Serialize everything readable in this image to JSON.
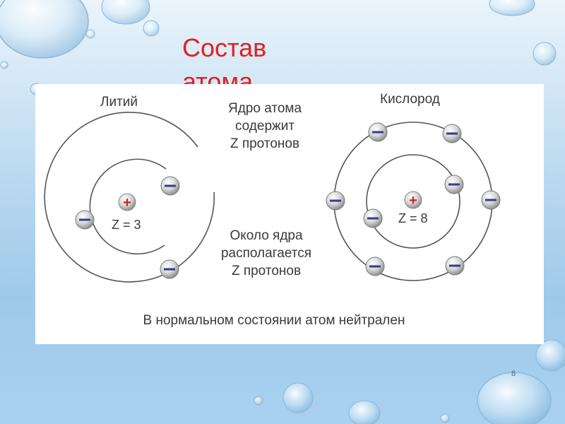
{
  "slide": {
    "title_line1": "Состав",
    "title_line2": "атома",
    "page_number": "8"
  },
  "diagram": {
    "lithium": {
      "label": "Литий",
      "nucleus_charge": "Z = 3",
      "electron_count": 3
    },
    "oxygen": {
      "label": "Кислород",
      "nucleus_charge": "Z = 8",
      "electron_count": 8
    },
    "nucleus_text": [
      "Ядро атома",
      "содержит",
      "Z протонов"
    ],
    "orbit_text": [
      "Около ядра",
      "располагается",
      "Z протонов"
    ],
    "conclusion": "В нормальном состоянии атом нейтрален",
    "proton_symbol": "+",
    "electron_symbol": "−",
    "colors": {
      "proton": "#d42020",
      "electron_mark": "#3a3a8a",
      "orbit": "#555555",
      "text": "#3a3a3a"
    }
  }
}
